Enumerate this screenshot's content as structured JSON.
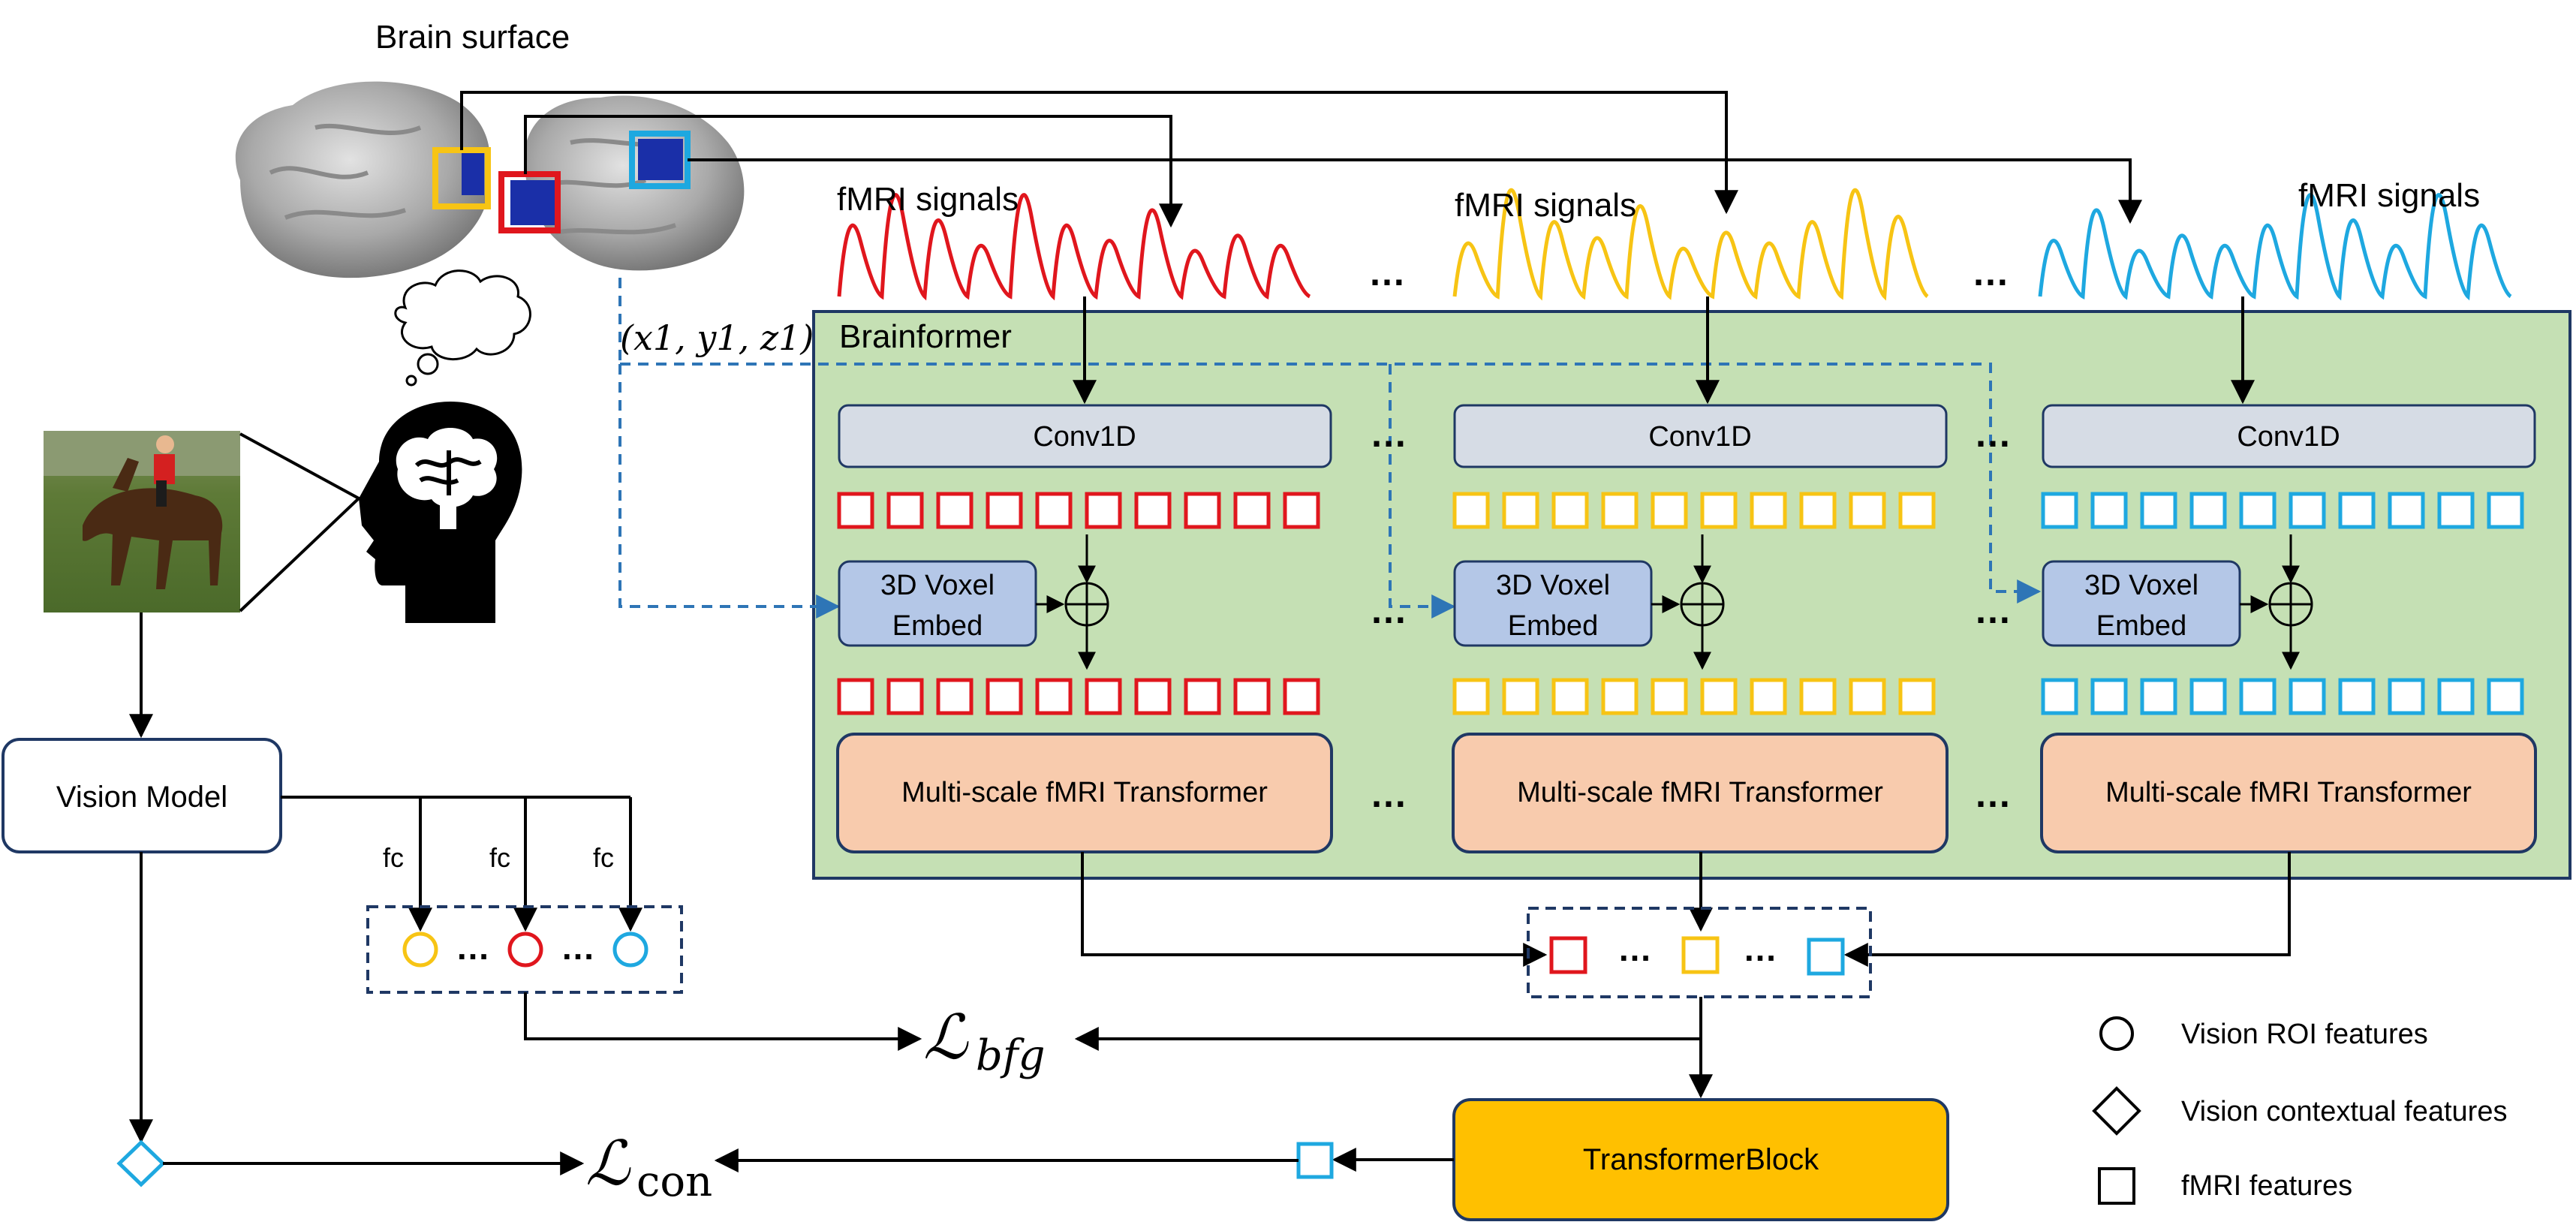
{
  "brain": {
    "surface_label": "Brain surface",
    "coord_label": "(x1, y1, z1)"
  },
  "signals": [
    {
      "label": "fMRI signals",
      "color": "#e0161d"
    },
    {
      "label": "fMRI signals",
      "color": "#f7c414"
    },
    {
      "label": "fMRI signals",
      "color": "#1ea8e0"
    }
  ],
  "ellipsis": "…",
  "brainformer": {
    "title": "Brainformer",
    "columns": [
      {
        "conv": "Conv1D",
        "embed_line1": "3D Voxel",
        "embed_line2": "Embed",
        "transformer": "Multi-scale fMRI Transformer",
        "color": "#e0161d"
      },
      {
        "conv": "Conv1D",
        "embed_line1": "3D Voxel",
        "embed_line2": "Embed",
        "transformer": "Multi-scale fMRI Transformer",
        "color": "#f7c414"
      },
      {
        "conv": "Conv1D",
        "embed_line1": "3D Voxel",
        "embed_line2": "Embed",
        "transformer": "Multi-scale fMRI Transformer",
        "color": "#1ea8e0"
      }
    ]
  },
  "vision": {
    "model_label": "Vision Model",
    "fc_labels": [
      "fc",
      "fc",
      "fc"
    ]
  },
  "losses": {
    "bfg_main": "ℒ",
    "bfg_sub": "bfg",
    "con_main": "ℒ",
    "con_sub": "con"
  },
  "transformer_block": "TransformerBlock",
  "legend": [
    {
      "shape": "circle",
      "label": "Vision ROI features"
    },
    {
      "shape": "diamond",
      "label": "Vision contextual features"
    },
    {
      "shape": "square",
      "label": "fMRI features"
    }
  ],
  "colors": {
    "red": "#e0161d",
    "yellow": "#f7c414",
    "blue": "#1ea8e0",
    "brainformer_bg": "#c5e0b4",
    "conv_bg": "#d6dce5",
    "embed_bg": "#b4c7e7",
    "transformer_bg": "#f8cbad",
    "transformer_block_bg": "#ffc000",
    "dashed_link": "#2e75b6"
  }
}
